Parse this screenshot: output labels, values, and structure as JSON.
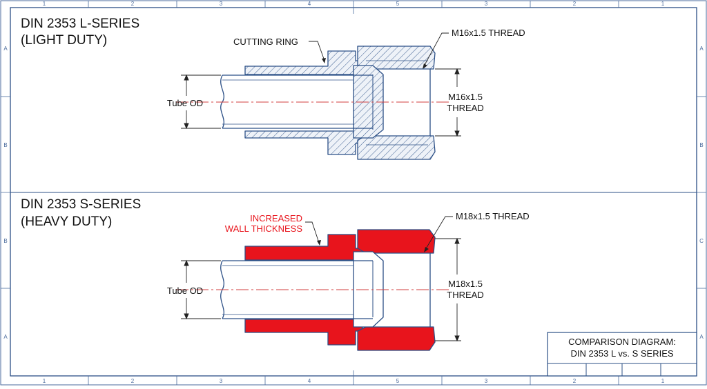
{
  "grid": {
    "cols_top": [
      "1",
      "2",
      "3",
      "4",
      "5",
      "3",
      "2",
      "1"
    ],
    "cols_bottom": [
      "1",
      "2",
      "3",
      "4",
      "5",
      "3",
      "2",
      "1"
    ],
    "rows_left": [
      "A",
      "B",
      "B",
      "A"
    ],
    "rows_right": [
      "A",
      "B",
      "C",
      "A"
    ]
  },
  "top": {
    "title_line1": "DIN 2353 L-SERIES",
    "title_line2": "(LIGHT DUTY)",
    "callout_ring": "CUTTING RING",
    "callout_thread": "M16x1.5 THREAD",
    "thread_dim_line1": "M16x1.5",
    "thread_dim_line2": "THREAD",
    "tube_od": "Tube OD"
  },
  "bottom": {
    "title_line1": "DIN 2353 S-SERIES",
    "title_line2": "(HEAVY DUTY)",
    "callout_wall_line1": "INCREASED",
    "callout_wall_line2": "WALL THICKNESS",
    "callout_thread": "M18x1.5 THREAD",
    "thread_dim_line1": "M18x1.5",
    "thread_dim_line2": "THREAD",
    "tube_od": "Tube OD"
  },
  "title_block": {
    "line1": "COMPARISON DIAGRAM:",
    "line2": "DIN 2353 L vs. S SERIES"
  },
  "colors": {
    "line": "#2b4f86",
    "centerline": "#d23c3c",
    "highlight": "#e8141c",
    "frame": "#4a6a9c",
    "text": "#111111"
  }
}
